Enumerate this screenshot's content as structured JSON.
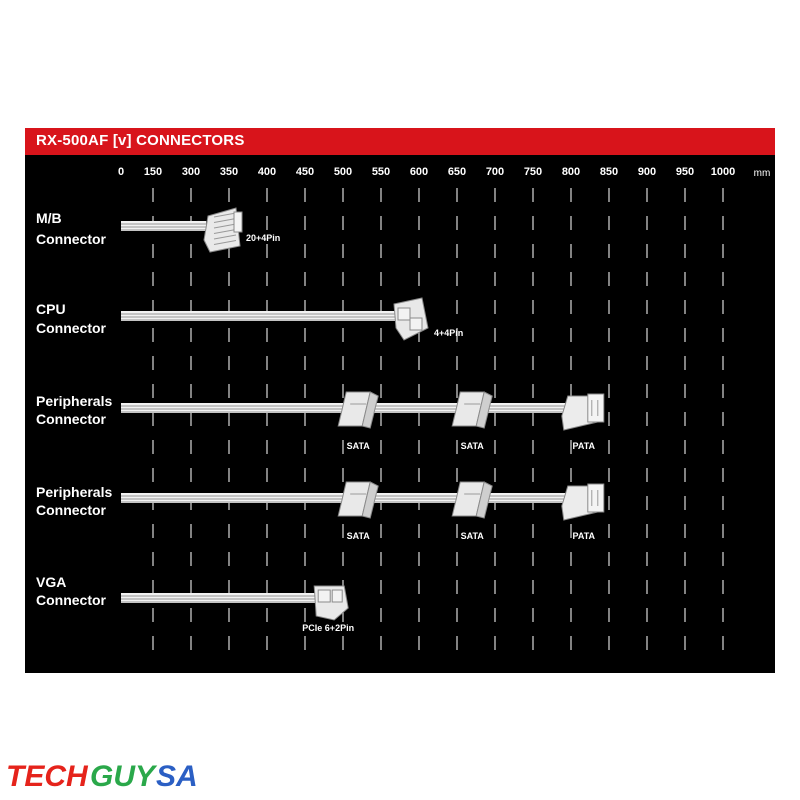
{
  "title": "RX-500AF [v] CONNECTORS",
  "axis": {
    "ticks": [
      0,
      150,
      300,
      350,
      400,
      450,
      500,
      550,
      600,
      650,
      700,
      750,
      800,
      850,
      900,
      950,
      1000
    ],
    "unit": "mm"
  },
  "rows": [
    {
      "label_lines": [
        "M/B",
        "Connector"
      ],
      "cable_end": 320,
      "connectors": [
        {
          "type": "atx",
          "position": 325,
          "label": "20+4Pin"
        }
      ]
    },
    {
      "label_lines": [
        "CPU",
        "Connector"
      ],
      "cable_end": 570,
      "connectors": [
        {
          "type": "eps",
          "position": 575,
          "label": "4+4Pin"
        }
      ]
    },
    {
      "label_lines": [
        "Peripherals",
        "Connector"
      ],
      "cable_end": 840,
      "connectors": [
        {
          "type": "sata",
          "position": 520,
          "label": "SATA"
        },
        {
          "type": "sata",
          "position": 670,
          "label": "SATA"
        },
        {
          "type": "pata",
          "position": 830,
          "label": "PATA"
        }
      ]
    },
    {
      "label_lines": [
        "Peripherals",
        "Connector"
      ],
      "cable_end": 840,
      "connectors": [
        {
          "type": "sata",
          "position": 520,
          "label": "SATA"
        },
        {
          "type": "sata",
          "position": 670,
          "label": "SATA"
        },
        {
          "type": "pata",
          "position": 830,
          "label": "PATA"
        }
      ]
    },
    {
      "label_lines": [
        "VGA",
        "Connector"
      ],
      "cable_end": 470,
      "connectors": [
        {
          "type": "pcie",
          "position": 470,
          "label": "PCIe 6+2Pin"
        }
      ]
    }
  ],
  "watermark": {
    "words": [
      "TECH",
      "GUY",
      "SA"
    ],
    "colors": [
      "#e5231b",
      "#2aa84a",
      "#2b5fc4"
    ]
  }
}
